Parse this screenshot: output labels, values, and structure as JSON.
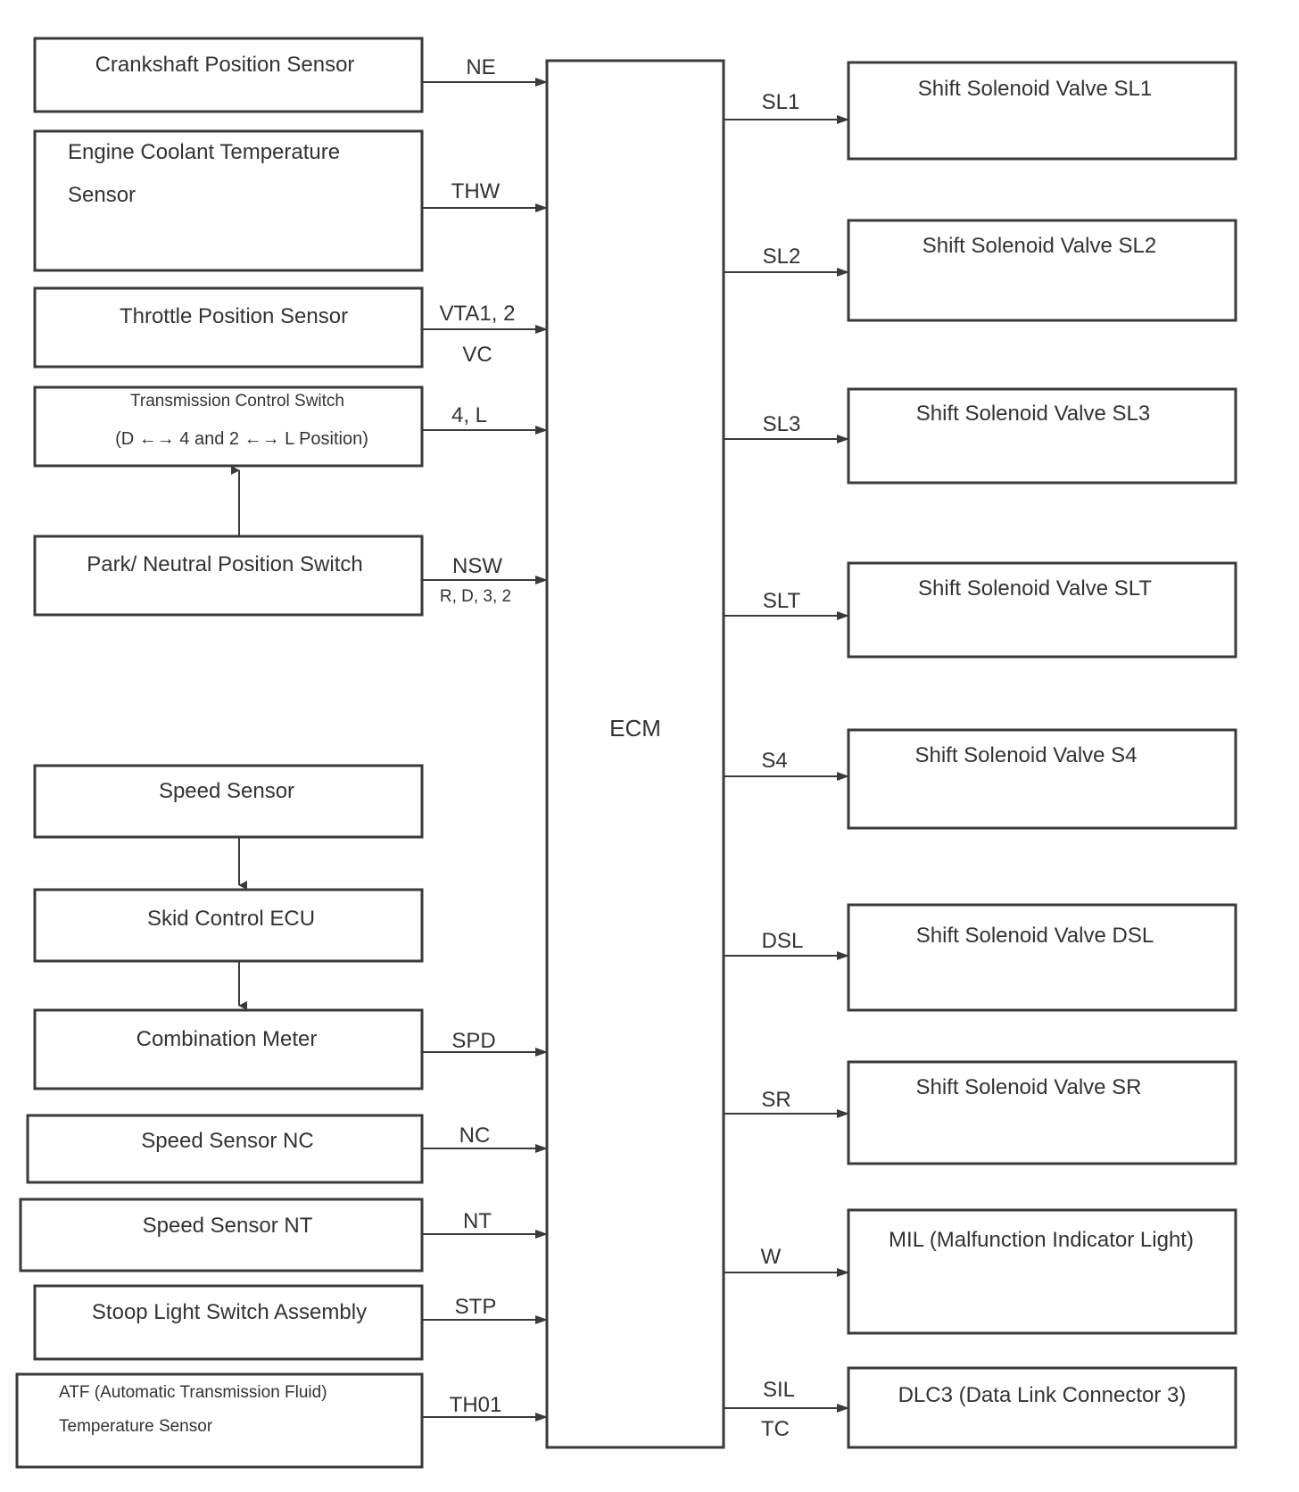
{
  "ecm": {
    "label": "ECM"
  },
  "inputs": [
    {
      "id": "crankshaft",
      "lines": [
        "Crankshaft Position Sensor"
      ],
      "signal": [
        "NE"
      ]
    },
    {
      "id": "coolant",
      "lines": [
        "Engine Coolant Temperature",
        "Sensor"
      ],
      "signal": [
        "THW"
      ]
    },
    {
      "id": "throttle",
      "lines": [
        "Throttle Position Sensor"
      ],
      "signal": [
        "VTA1, 2",
        "VC"
      ]
    },
    {
      "id": "trans-ctrl-switch",
      "lines": [
        "Transmission Control Switch",
        "(D ←→ 4 and 2 ←→ L Position)"
      ],
      "signal": [
        "4, L"
      ]
    },
    {
      "id": "park-neutral",
      "lines": [
        "Park/ Neutral Position Switch"
      ],
      "signal": [
        "NSW",
        "R, D, 3, 2"
      ]
    },
    {
      "id": "speed-sensor",
      "lines": [
        "Speed Sensor"
      ],
      "signal": []
    },
    {
      "id": "skid-control",
      "lines": [
        "Skid Control ECU"
      ],
      "signal": []
    },
    {
      "id": "combination-meter",
      "lines": [
        "Combination Meter"
      ],
      "signal": [
        "SPD"
      ]
    },
    {
      "id": "speed-sensor-nc",
      "lines": [
        "Speed Sensor NC"
      ],
      "signal": [
        "NC"
      ]
    },
    {
      "id": "speed-sensor-nt",
      "lines": [
        "Speed Sensor NT"
      ],
      "signal": [
        "NT"
      ]
    },
    {
      "id": "stop-light",
      "lines": [
        "Stoop Light Switch Assembly"
      ],
      "signal": [
        "STP"
      ]
    },
    {
      "id": "atf-temp",
      "lines": [
        "ATF (Automatic Transmission Fluid)",
        "Temperature Sensor"
      ],
      "signal": [
        "TH01"
      ]
    }
  ],
  "outputs": [
    {
      "id": "sl1",
      "label": "Shift Solenoid Valve SL1",
      "signal": [
        "SL1"
      ]
    },
    {
      "id": "sl2",
      "label": "Shift Solenoid Valve SL2",
      "signal": [
        "SL2"
      ]
    },
    {
      "id": "sl3",
      "label": "Shift Solenoid Valve SL3",
      "signal": [
        "SL3"
      ]
    },
    {
      "id": "slt",
      "label": "Shift Solenoid Valve SLT",
      "signal": [
        "SLT"
      ]
    },
    {
      "id": "s4",
      "label": "Shift Solenoid Valve S4",
      "signal": [
        "S4"
      ]
    },
    {
      "id": "dsl",
      "label": "Shift Solenoid Valve DSL",
      "signal": [
        "DSL"
      ]
    },
    {
      "id": "sr",
      "label": "Shift Solenoid Valve SR",
      "signal": [
        "SR"
      ]
    },
    {
      "id": "mil",
      "label": "MIL (Malfunction Indicator Light)",
      "signal": [
        "W"
      ]
    },
    {
      "id": "dlc3",
      "label": "DLC3 (Data Link Connector 3)",
      "signal": [
        "SIL",
        "TC"
      ]
    }
  ]
}
